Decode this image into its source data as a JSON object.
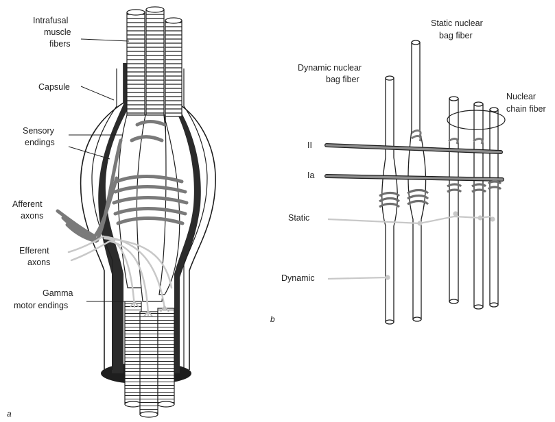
{
  "panel_a": {
    "label": "a",
    "labels": {
      "intrafusal_1": "Intrafusal",
      "intrafusal_2": "muscle",
      "intrafusal_3": "fibers",
      "capsule": "Capsule",
      "sensory_1": "Sensory",
      "sensory_2": "endings",
      "afferent_1": "Afferent",
      "afferent_2": "axons",
      "efferent_1": "Efferent",
      "efferent_2": "axons",
      "gamma_1": "Gamma",
      "gamma_2": "motor endings"
    }
  },
  "panel_b": {
    "label": "b",
    "labels": {
      "static_bag_1": "Static nuclear",
      "static_bag_2": "bag fiber",
      "dynamic_bag_1": "Dynamic nuclear",
      "dynamic_bag_2": "bag fiber",
      "chain_1": "Nuclear",
      "chain_2": "chain fiber",
      "ii": "II",
      "ia": "Ia",
      "static": "Static",
      "dynamic": "Dynamic"
    }
  },
  "colors": {
    "outline": "#1e1e1e",
    "capsule_fill": "#2b2b2b",
    "nerve_gray": "#7a7a7a",
    "efferent_light": "#c8c8c8"
  }
}
